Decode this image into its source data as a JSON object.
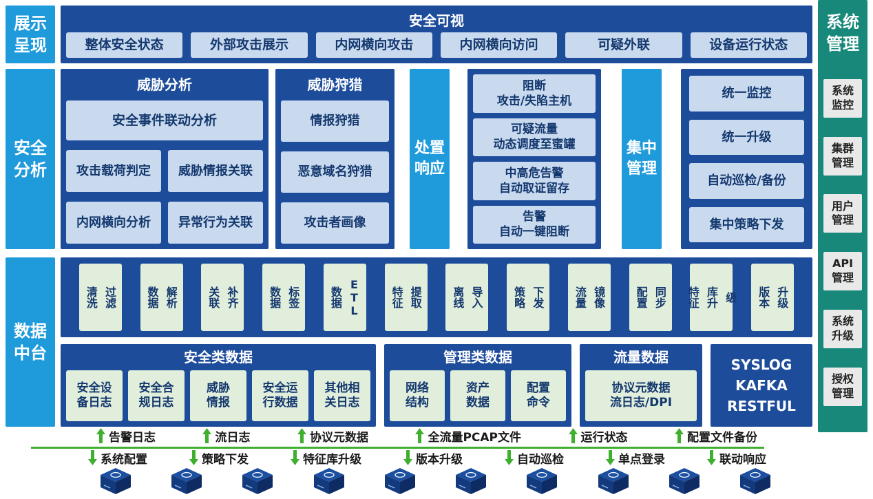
{
  "colors": {
    "accent_blue": "#1F9ADB",
    "dark_blue": "#1D4C9B",
    "light_blue": "#C9DAEF",
    "light_green": "#E1EEDC",
    "teal": "#17887A",
    "arrow_green": "#3FAF2F"
  },
  "left_rail": {
    "items": [
      "展示\n呈现",
      "安全\n分析",
      "数据\n中台"
    ]
  },
  "right_rail": {
    "title": "系统\n管理",
    "items": [
      "系统\n监控",
      "集群\n管理",
      "用户\n管理",
      "API\n管理",
      "系统\n升级",
      "授权\n管理"
    ]
  },
  "visibility": {
    "title": "安全可视",
    "items": [
      "整体安全状态",
      "外部攻击展示",
      "内网横向攻击",
      "内网横向访问",
      "可疑外联",
      "设备运行状态"
    ]
  },
  "threat_analysis": {
    "title": "威胁分析",
    "wide_item": "安全事件联动分析",
    "grid": [
      "攻击载荷判定",
      "威胁情报关联",
      "内网横向分析",
      "异常行为关联"
    ]
  },
  "threat_hunting": {
    "title": "威胁狩猎",
    "items": [
      "情报狩猎",
      "恶意域名狩猎",
      "攻击者画像"
    ]
  },
  "response": {
    "label": "处置\n响应",
    "items": [
      "阻断\n攻击/失陷主机",
      "可疑流量\n动态调度至蜜罐",
      "中高危告警\n自动取证留存",
      "告警\n自动一键阻断"
    ]
  },
  "central": {
    "label": "集中\n管理",
    "items": [
      "统一监控",
      "统一升级",
      "自动巡检/备份",
      "集中策略下发"
    ]
  },
  "processing": {
    "items": [
      "清洗\n过滤",
      "数据\n解析",
      "关联\n补齐",
      "数据\n标签",
      "数据\nETL",
      "特征\n提取",
      "离线\n导入",
      "策略\n下发",
      "流量\n镜像",
      "配置\n同步",
      "特征\n库升\n级",
      "版本\n升级"
    ]
  },
  "data_groups": {
    "security": {
      "title": "安全类数据",
      "items": [
        "安全设\n备日志",
        "安全合\n规日志",
        "威胁\n情报",
        "安全运\n行数据",
        "其他相\n关日志"
      ]
    },
    "management": {
      "title": "管理类数据",
      "items": [
        "网络\n结构",
        "资产\n数据",
        "配置\n命令"
      ]
    },
    "traffic": {
      "title": "流量数据",
      "items": [
        "协议元数据\n流日志/DPI"
      ]
    },
    "interfaces": {
      "label": "SYSLOG\nKAFKA\nRESTFUL"
    }
  },
  "flows": {
    "up": [
      "告警日志",
      "流日志",
      "协议元数据",
      "全流量PCAP文件",
      "运行状态",
      "配置文件备份"
    ],
    "down": [
      "系统配置",
      "策略下发",
      "特征库升级",
      "版本升级",
      "自动巡检",
      "单点登录",
      "联动响应"
    ]
  },
  "devices": {
    "icon": "network-device",
    "count": 10
  }
}
